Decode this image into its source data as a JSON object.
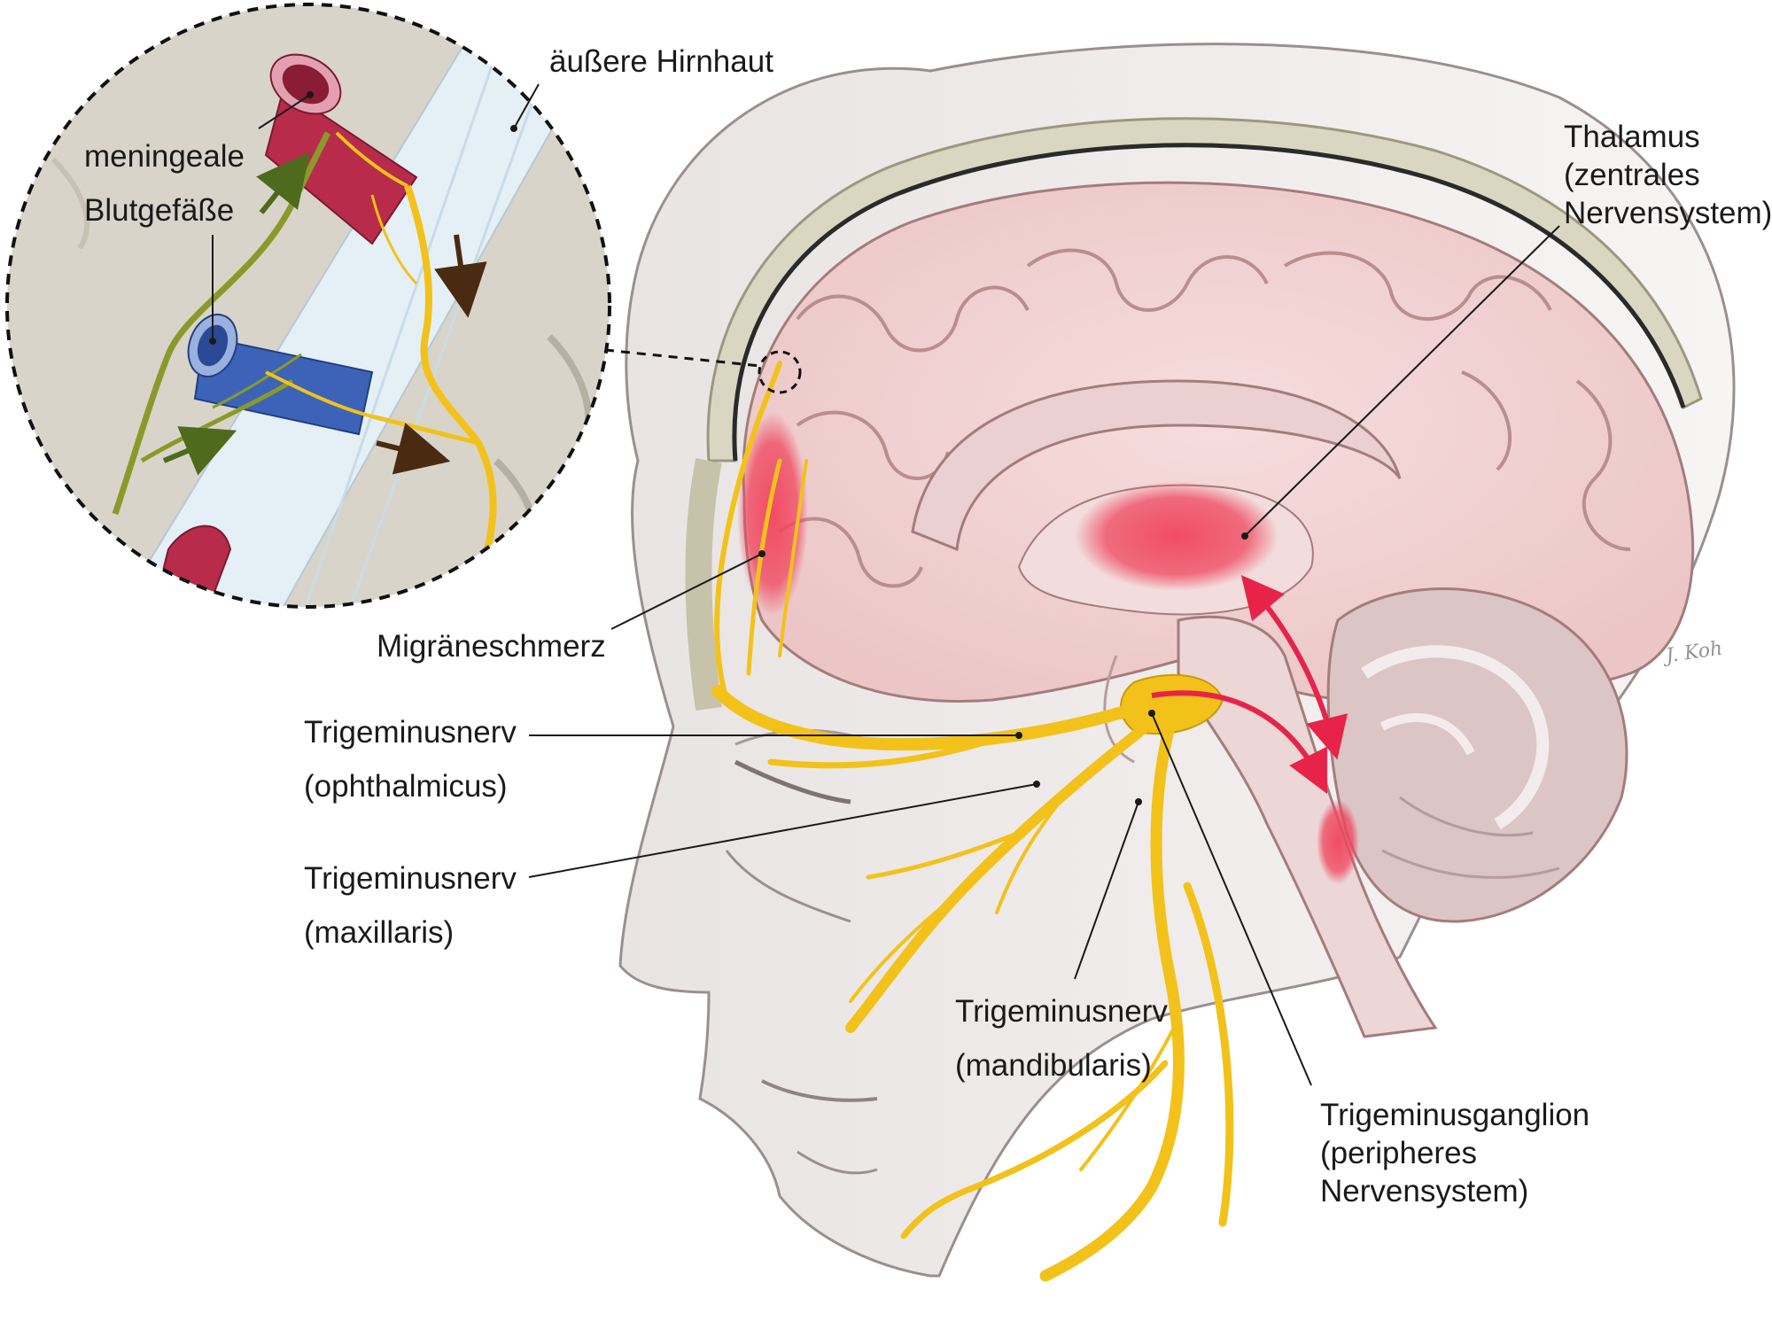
{
  "labels": {
    "aeussere_hirnhaut": "äußere Hirnhaut",
    "meningeale_1": "meningeale",
    "meningeale_2": "Blutgefäße",
    "thalamus_1": "Thalamus",
    "thalamus_2": "(zentrales",
    "thalamus_3": "Nervensystem)",
    "migraeneschmerz": "Migräneschmerz",
    "trig_oph_1": "Trigeminusnerv",
    "trig_oph_2": "(ophthalmicus)",
    "trig_max_1": "Trigeminusnerv",
    "trig_max_2": "(maxillaris)",
    "trig_man_1": "Trigeminusnerv",
    "trig_man_2": "(mandibularis)",
    "ganglion_1": "Trigeminusganglion",
    "ganglion_2": "(peripheres",
    "ganglion_3": "Nervensystem)",
    "signature": "J. Koh"
  },
  "colors": {
    "nerve": "#f2c21b",
    "nerve_outline": "#c99a0a",
    "pain_highlight": "#f0455e",
    "brain": "#f3d3d3",
    "brain_outline": "#b78c8c",
    "skull": "#d9d6c2",
    "artery": "#b82b4a",
    "vein": "#3d63b8",
    "green_nerve": "#8a9a2a",
    "meninges": "#e4eff6"
  },
  "icons": [
    "head-illustration",
    "brain-illustration",
    "cerebellum-illustration",
    "magnifier-inset",
    "pain-pathway-arrow"
  ]
}
